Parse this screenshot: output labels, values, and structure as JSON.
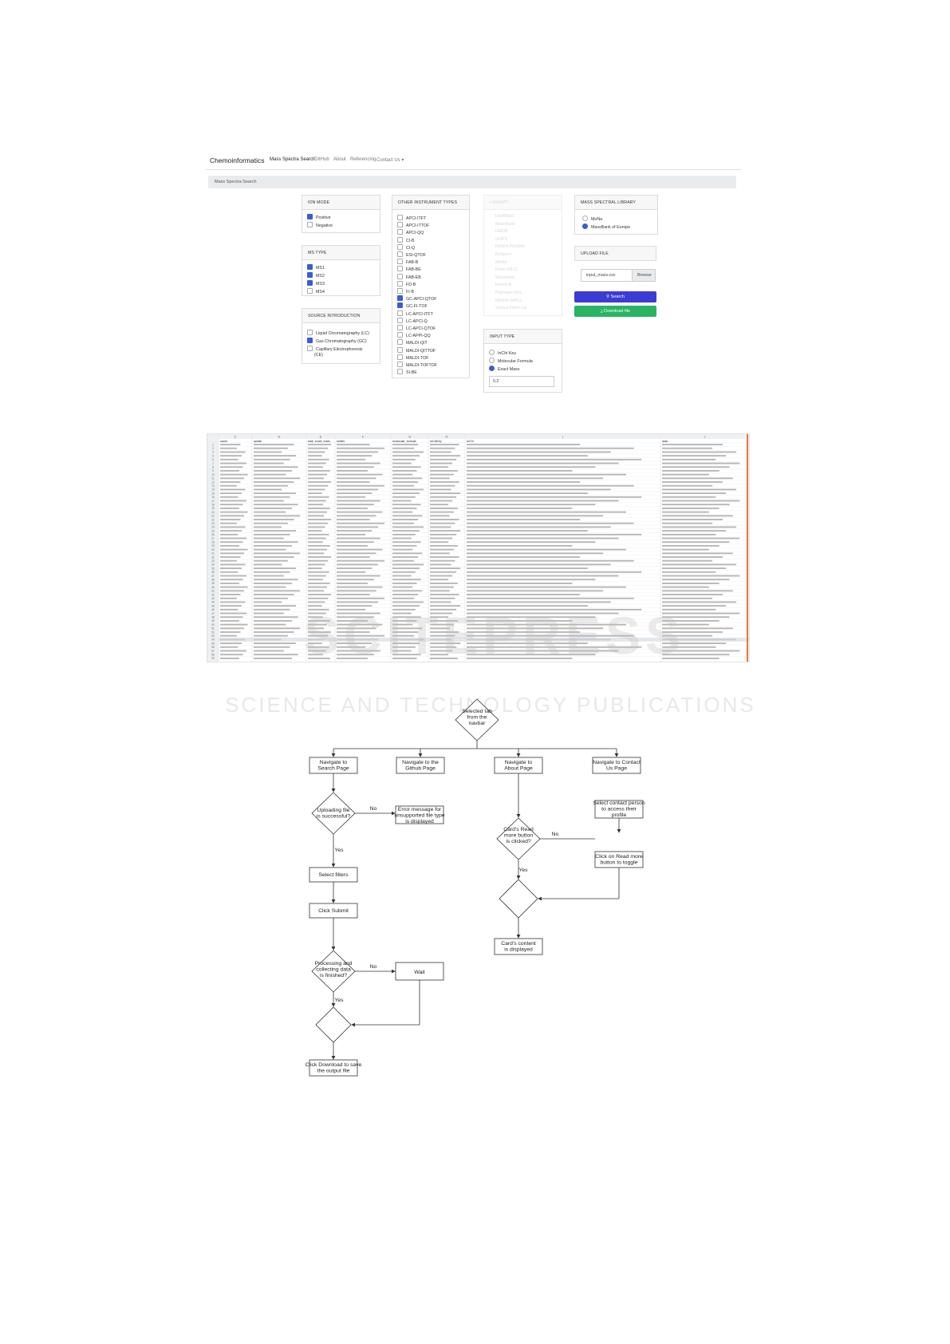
{
  "navbar": {
    "brand": "Chemoinformatics",
    "links": [
      "Mass Spectra Search",
      "GitHub",
      "About",
      "Referencing",
      "Contact Us ▾"
    ]
  },
  "breadcrumb": "Mass Spectra Search",
  "ion_mode": {
    "title": "ION MODE",
    "options": [
      "Positive",
      "Negative"
    ],
    "checked": [
      true,
      false
    ]
  },
  "ms_type": {
    "title": "MS TYPE",
    "options": [
      "MS1",
      "MS2",
      "MS3",
      "MS4"
    ],
    "checked": [
      true,
      true,
      true,
      false
    ]
  },
  "source_introduction": {
    "title": "SOURCE INTRODUCTION",
    "options": [
      "Liquid Chromatography (LC)",
      "Gas Chromatography (GC)",
      "Capillary Electrophoresis",
      "(CE)"
    ],
    "checked": [
      false,
      true,
      false,
      null
    ]
  },
  "other_instrument_types": {
    "title": "OTHER INSTRUMENT TYPES",
    "options": [
      "APCI-ITFT",
      "APCI-ITTOF",
      "APCI-QQ",
      "CI-B",
      "CI-Q",
      "ESI-QTOF",
      "FAB-B",
      "FAB-BE",
      "FAB-EB",
      "FD-B",
      "FI-B",
      "GC-APCI-QTOF",
      "GC-FI-TOF",
      "LC-APCI-ITFT",
      "LC-APCI-Q",
      "LC-APCI-QTOF",
      "LC-APPI-QQ",
      "MALDI-QIT",
      "MALDI-QITTOF",
      "MALDI-TOF",
      "MALDI-TOFTOF",
      "SI-BE"
    ],
    "checked": [
      false,
      false,
      false,
      false,
      false,
      false,
      false,
      false,
      false,
      false,
      false,
      true,
      true,
      false,
      false,
      false,
      false,
      false,
      false,
      false,
      false,
      false
    ]
  },
  "library": {
    "title": "LIBRARY",
    "options": [
      "LipidBlast",
      "MassBank",
      "HMDB",
      "GNPS",
      "RIKEN PlaSMA",
      "ReSpect",
      "MoNA",
      "Fiehn HILIC",
      "Massbank",
      "FiehnLib",
      "Pathogen Box",
      "RIKEN OxPLs",
      "Vaniya-Fiehn Lib"
    ]
  },
  "mass_spectral_library": {
    "title": "MASS SPECTRAL LIBRARY",
    "options": [
      "MoNa",
      "MassBank of Europe"
    ],
    "checked": [
      false,
      true
    ]
  },
  "upload_file": {
    "title": "UPLOAD FILE",
    "file_name": "input_mass.csv",
    "browse_label": "Browse"
  },
  "buttons": {
    "search": "Search",
    "download": "Download file"
  },
  "input_type": {
    "title": "INPUT TYPE",
    "options": [
      "InChi Key",
      "Molecular Formula",
      "Exact Mass"
    ],
    "checked": [
      false,
      false,
      true
    ],
    "value": "0.2"
  },
  "spreadsheet": {
    "columns": [
      "",
      "C",
      "D",
      "E",
      "F",
      "G",
      "H",
      "I",
      "J"
    ],
    "headers": [
      "name",
      "splash",
      "total_exact_mass",
      "smiles",
      "molecular_formula",
      "InChiKey",
      "InChI",
      "data"
    ],
    "row_count": 58
  },
  "watermark": {
    "main": "SCITEPRESS",
    "sub": "SCIENCE AND TECHNOLOGY PUBLICATIONS"
  },
  "flowchart": {
    "start": "Selected tab from the navbar",
    "nav_search": "Navigate to Search Page",
    "nav_github": "Navigate to the Github Page",
    "nav_about": "Navigate to About Page",
    "nav_contact": "Navigate to Contact Us Page",
    "upload_decision": "Uploading file is successful?",
    "error_msg": "Error message for unsupported file type is displayed",
    "select_filters": "Select filters",
    "click_submit": "Click Submit",
    "processing_decision": "Processing and collecting data is finished?",
    "wait": "Wait",
    "click_download": "Click Download to save the output file",
    "select_contact": "Select contact person to access their profile",
    "read_more_decision": "Card's Read more button is clicked?",
    "click_read_more": "Click on Read more button to toggle",
    "card_content": "Card's content is displayed",
    "yes": "Yes",
    "no": "No"
  }
}
